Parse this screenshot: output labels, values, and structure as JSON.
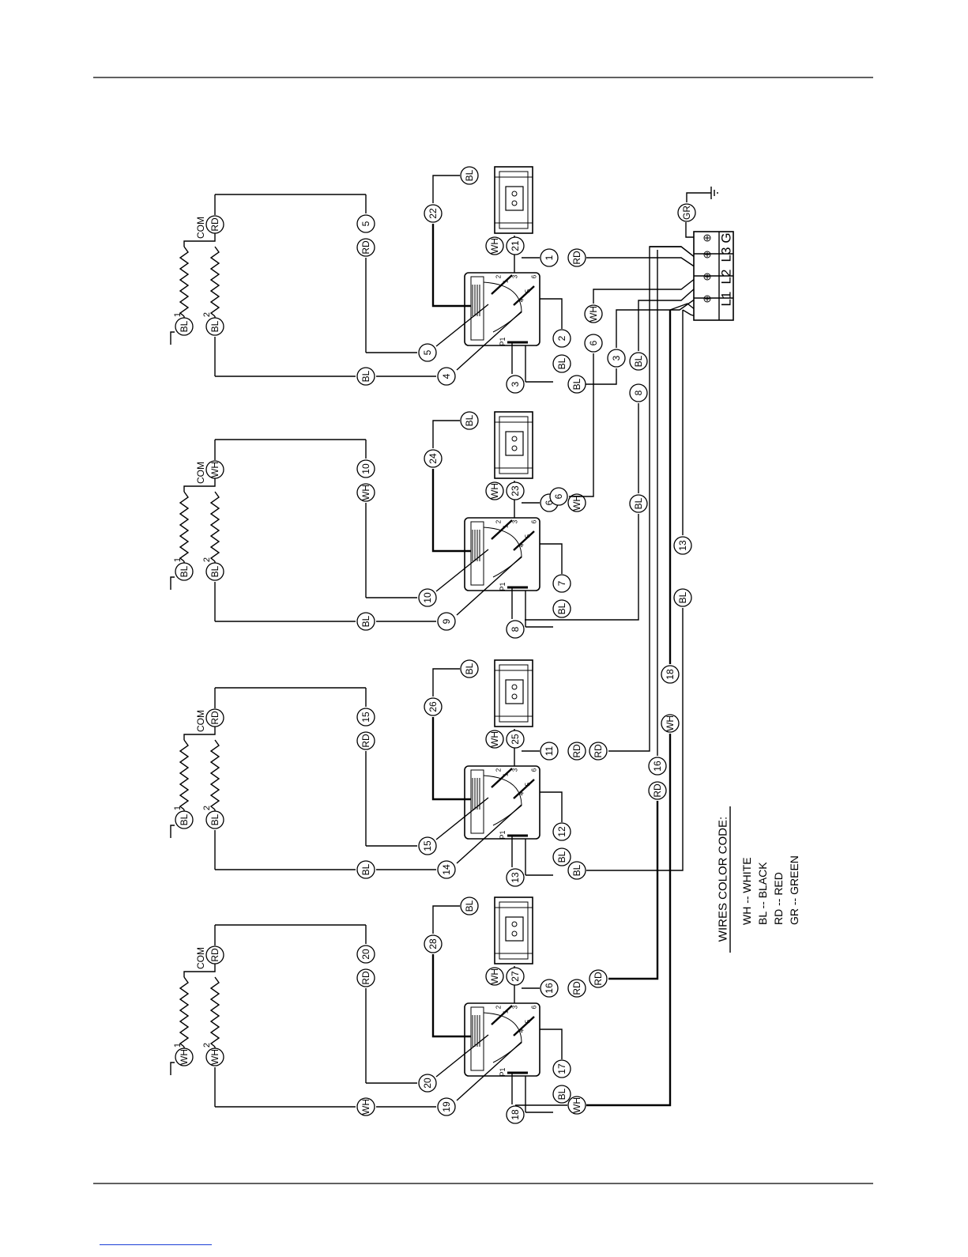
{
  "circuits": [
    {
      "coil_labels": {
        "top": "BL",
        "bottom": "BL",
        "common": "RD"
      },
      "tap_numbers": {
        "top": "1",
        "bottom": "2"
      },
      "common_text": "COM",
      "right_leg": {
        "wire": "5",
        "color": "RD"
      },
      "left_leg": {
        "color": "BL"
      },
      "control": {
        "wire_top_left": "5",
        "wire_bottom_left": "4",
        "wire_out": "3",
        "wire_out_color": "BL",
        "wire_jumper": "2",
        "wire_jumper_color": "BL",
        "wire_pilot": "21",
        "wire_pilot_color": "WH",
        "wire_feed": "22",
        "wire_feed_color": "BL",
        "wire_line": "1",
        "wire_line_color": "RD"
      }
    },
    {
      "coil_labels": {
        "top": "BL",
        "bottom": "BL",
        "common": "WH"
      },
      "tap_numbers": {
        "top": "1",
        "bottom": "2"
      },
      "common_text": "COM",
      "right_leg": {
        "wire": "10",
        "color": "WH"
      },
      "left_leg": {
        "color": "BL"
      },
      "control": {
        "wire_top_left": "10",
        "wire_bottom_left": "9",
        "wire_out": "8",
        "wire_out_color": "BL",
        "wire_jumper": "7",
        "wire_jumper_color": "BL",
        "wire_pilot": "23",
        "wire_pilot_color": "WH",
        "wire_feed": "24",
        "wire_feed_color": "BL",
        "wire_line": "6",
        "wire_line_color": "WH"
      }
    },
    {
      "coil_labels": {
        "top": "BL",
        "bottom": "BL",
        "common": "RD"
      },
      "tap_numbers": {
        "top": "1",
        "bottom": "2"
      },
      "common_text": "COM",
      "right_leg": {
        "wire": "15",
        "color": "RD"
      },
      "left_leg": {
        "color": "BL"
      },
      "control": {
        "wire_top_left": "15",
        "wire_bottom_left": "14",
        "wire_out": "13",
        "wire_out_color": "BL",
        "wire_jumper": "12",
        "wire_jumper_color": "BL",
        "wire_pilot": "25",
        "wire_pilot_color": "WH",
        "wire_feed": "26",
        "wire_feed_color": "BL",
        "wire_line": "11",
        "wire_line_color": "RD"
      }
    },
    {
      "coil_labels": {
        "top": "WH",
        "bottom": "WH",
        "common": "RD"
      },
      "tap_numbers": {
        "top": "1",
        "bottom": "2"
      },
      "common_text": "COM",
      "right_leg": {
        "wire": "20",
        "color": "RD"
      },
      "left_leg": {
        "color": "WH"
      },
      "control": {
        "wire_top_left": "20",
        "wire_bottom_left": "19",
        "wire_out": "18",
        "wire_out_color": "WH",
        "wire_jumper": "17",
        "wire_jumper_color": "BL",
        "wire_pilot": "27",
        "wire_pilot_color": "WH",
        "wire_feed": "28",
        "wire_feed_color": "BL",
        "wire_line": "16",
        "wire_line_color": "RD"
      }
    }
  ],
  "relay_text": {
    "p1": "P1",
    "pins": [
      "2",
      "1",
      "3",
      "4",
      "5",
      "6"
    ]
  },
  "bus": {
    "line_6": {
      "wire": "6",
      "color": "WH"
    },
    "line_3": {
      "wire": "3",
      "color": "BL"
    },
    "line_8": {
      "wire": "8",
      "color": "BL",
      "mid_color": "BL"
    },
    "line_13": {
      "wire": "13",
      "color": "BL"
    },
    "line_18": {
      "wire": "18",
      "color": "WH"
    },
    "line_16": {
      "wire": "16",
      "color": "RD"
    }
  },
  "terminal_block": {
    "labels": [
      "L1",
      "L2",
      "L3",
      "G"
    ],
    "ground_color": "GR"
  },
  "legend": {
    "title": "WIRES COLOR CODE:",
    "entries": [
      "WH -- WHITE",
      "BL -- BLACK",
      "RD -- RED",
      "GR -- GREEN"
    ]
  }
}
